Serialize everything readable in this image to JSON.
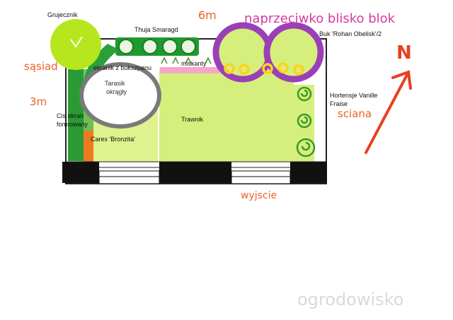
{
  "labels": {
    "grujecznik": "Grujecznik",
    "thuja": "Thuja Smaragd",
    "six_m": "6m",
    "naprzeciwko": "naprzeciwko blisko blok",
    "buk": "Buk 'Rohan Obelisk'/2",
    "sasiad": "sąsiad",
    "ekranik": "ekranik z bukszpanu",
    "miskanty": "miskanty",
    "tarasik_line1": "Tarasik",
    "tarasik_line2": "okrągły",
    "three_m": "3m",
    "hortensje_line1": "Hortensje Vanille",
    "hortensje_line2": "Fraise",
    "sciana": "sciana",
    "cis_line1": "Cis ekran",
    "cis_line2": "formowany",
    "trawnik": "Trawnik",
    "carex": "Carex 'Bronzita'",
    "wyjscie": "wyjscie",
    "north": "N"
  },
  "watermark": "ogrodowisko",
  "colors": {
    "lawn": "#d6ef7c",
    "lime": "#b6e61e",
    "green_dark": "#1f8f2a",
    "purple": "#9b3fb9",
    "yellow": "#ffd21a",
    "orange_label": "#e9622a",
    "magenta_label": "#d63aa0",
    "arrow_red": "#e8401c",
    "pink": "#f2a7c7",
    "carex": "#ee7a1f"
  }
}
